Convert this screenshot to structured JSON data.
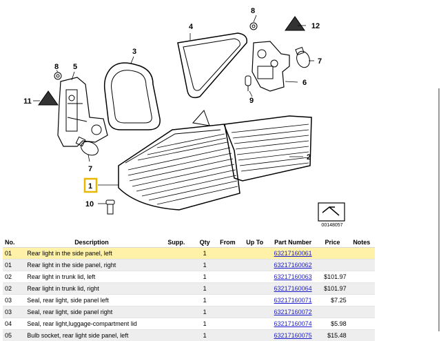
{
  "diagram": {
    "drawing_id": "00148057",
    "callouts": [
      "1",
      "2",
      "3",
      "4",
      "5",
      "6",
      "7",
      "7",
      "8",
      "8",
      "9",
      "10",
      "11",
      "12"
    ]
  },
  "table": {
    "headers": {
      "no": "No.",
      "description": "Description",
      "supp": "Supp.",
      "qty": "Qty",
      "from": "From",
      "up_to": "Up To",
      "part_number": "Part Number",
      "price": "Price",
      "notes": "Notes"
    },
    "rows": [
      {
        "no": "01",
        "description": "Rear light in the side panel, left",
        "supp": "",
        "qty": "1",
        "from": "",
        "up_to": "",
        "part_number": "63217160061",
        "price": "",
        "notes": ""
      },
      {
        "no": "01",
        "description": "Rear light in the side panel, right",
        "supp": "",
        "qty": "1",
        "from": "",
        "up_to": "",
        "part_number": "63217160062",
        "price": "",
        "notes": ""
      },
      {
        "no": "02",
        "description": "Rear light in trunk lid, left",
        "supp": "",
        "qty": "1",
        "from": "",
        "up_to": "",
        "part_number": "63217160063",
        "price": "$101.97",
        "notes": ""
      },
      {
        "no": "02",
        "description": "Rear light in trunk lid, right",
        "supp": "",
        "qty": "1",
        "from": "",
        "up_to": "",
        "part_number": "63217160064",
        "price": "$101.97",
        "notes": ""
      },
      {
        "no": "03",
        "description": "Seal, rear light, side panel left",
        "supp": "",
        "qty": "1",
        "from": "",
        "up_to": "",
        "part_number": "63217160071",
        "price": "$7.25",
        "notes": ""
      },
      {
        "no": "03",
        "description": "Seal, rear light, side panel right",
        "supp": "",
        "qty": "1",
        "from": "",
        "up_to": "",
        "part_number": "63217160072",
        "price": "",
        "notes": ""
      },
      {
        "no": "04",
        "description": "Seal, rear light,luggage-compartment lid",
        "supp": "",
        "qty": "1",
        "from": "",
        "up_to": "",
        "part_number": "63217160074",
        "price": "$5.98",
        "notes": ""
      },
      {
        "no": "05",
        "description": "Bulb socket, rear light side panel, left",
        "supp": "",
        "qty": "1",
        "from": "",
        "up_to": "",
        "part_number": "63217160075",
        "price": "$15.48",
        "notes": ""
      }
    ]
  },
  "colors": {
    "highlight_row": "#fff2a8",
    "alt_row": "#eeeeee",
    "link": "#1a1ac8",
    "callout_box": "#e8b800"
  }
}
